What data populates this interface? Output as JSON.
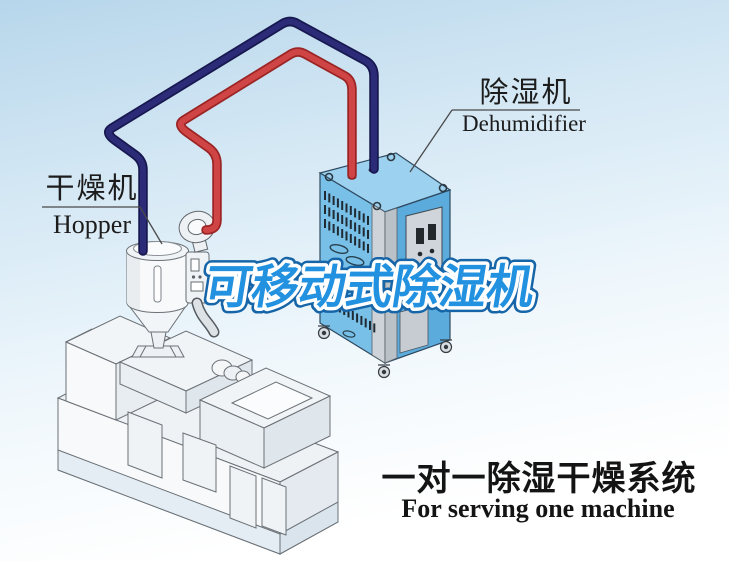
{
  "labels": {
    "hopper": {
      "zh": "干燥机",
      "en": "Hopper"
    },
    "dehumidifier": {
      "zh": "除湿机",
      "en": "Dehumidifier"
    }
  },
  "title_overlay": {
    "text": "可移动式除湿机"
  },
  "caption": {
    "zh": "一对一除湿干燥系统",
    "en": "For serving one machine"
  },
  "colors": {
    "sky_top": "#bedbee",
    "sky_bottom": "#ffffff",
    "pipe_return_blue": "#2b2b78",
    "pipe_supply_red": "#cf4545",
    "dehumidifier_top": "#9dd1f0",
    "dehumidifier_front": "#79c0e8",
    "dehumidifier_side": "#5cabdd",
    "title_fill": "#2291e0",
    "title_outline": "#ffffff",
    "title_edge": "#1565a8"
  }
}
